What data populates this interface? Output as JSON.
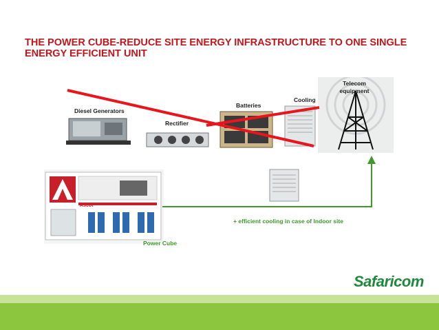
{
  "title": "THE POWER CUBE-REDUCE SITE ENERGY INFRASTRUCTURE TO ONE SINGLE ENERGY EFFICIENT UNIT",
  "labels": {
    "diesel": "Diesel Generators",
    "rectifier": "Rectifier",
    "batteries": "Batteries",
    "cooling": "Cooling",
    "telecom": "Telecom equipment",
    "power_cube": "Power Cube",
    "efficient_cooling": "+ efficient cooling in case of Indoor site",
    "cube_brand": "Ascot"
  },
  "brand": {
    "logo": "Safaricom"
  },
  "colors": {
    "title": "#c0161c",
    "accent_green": "#3f9a2a",
    "strike": "#e8161c",
    "footer": "#8cc63f"
  }
}
